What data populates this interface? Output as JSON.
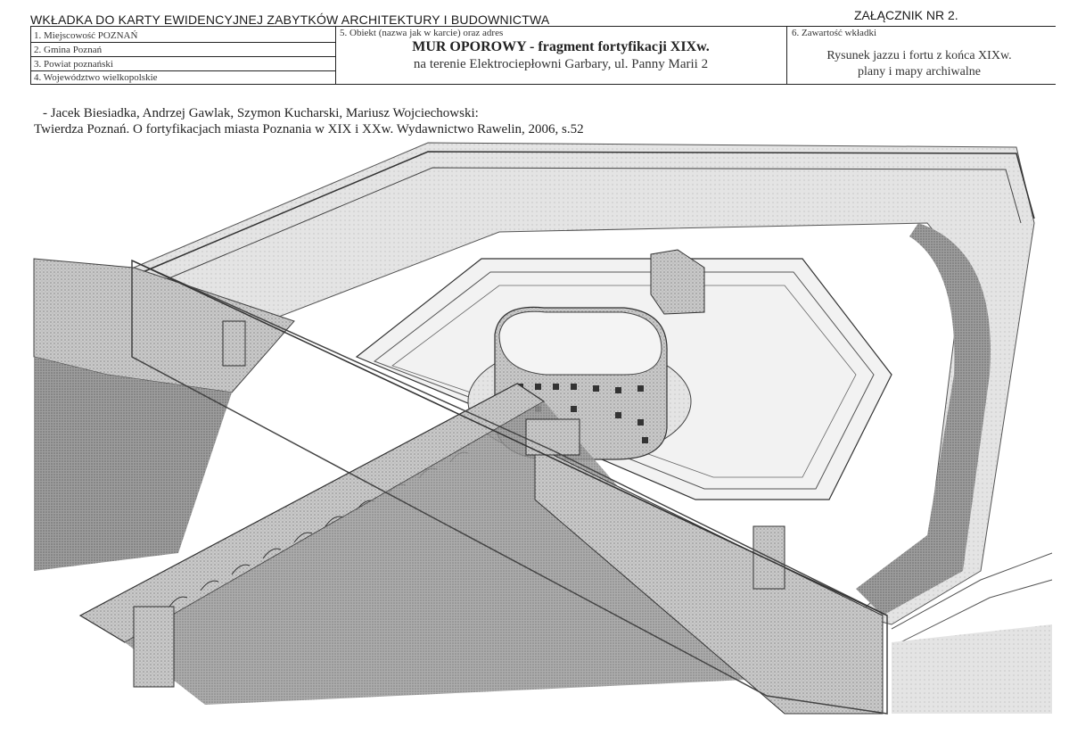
{
  "header": {
    "title": "WKŁADKA DO KARTY EWIDENCYJNEJ ZABYTKÓW ARCHITEKTURY I BUDOWNICTWA",
    "annex": "ZAŁĄCZNIK NR 2."
  },
  "fields": {
    "locality": "1. Miejscowość POZNAŃ",
    "commune": "2. Gmina Poznań",
    "county": "3. Powiat poznański",
    "voivodeship": "4. Województwo wielkopolskie"
  },
  "object": {
    "caption": "5. Obiekt (nazwa jak w karcie) oraz adres",
    "title": "MUR OPOROWY - fragment fortyfikacji XIXw.",
    "address": "na terenie Elektrociepłowni Garbary, ul. Panny Marii 2"
  },
  "contents": {
    "caption": "6. Zawartość wkładki",
    "line1": "Rysunek jazzu i fortu z końca XIXw.",
    "line2": "plany i mapy archiwalne"
  },
  "bibliography": {
    "line1": "- Jacek Biesiadka, Andrzej Gawlak, Szymon Kucharski, Mariusz Wojciechowski:",
    "line2": "Twierdza Poznań. O fortyfikacjach miasta Poznania w XIX i XXw.  Wydawnictwo Rawelin, 2006, s.52"
  }
}
